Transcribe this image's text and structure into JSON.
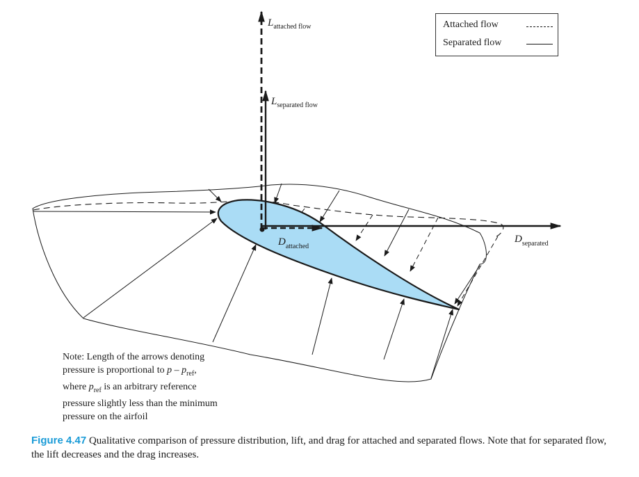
{
  "labels": {
    "lift_attached": {
      "main": "L",
      "sub": "attached flow"
    },
    "lift_separated": {
      "main": "L",
      "sub": "separated flow"
    },
    "drag_attached": {
      "main": "D",
      "sub": "attached"
    },
    "drag_separated": {
      "main": "D",
      "sub": "separated"
    }
  },
  "legend": {
    "attached": "Attached flow",
    "separated": "Separated flow"
  },
  "note": {
    "line1": "Note: Length of the arrows denoting",
    "line2_pre": "pressure is proportional to ",
    "line2_p": "p",
    "line2_mid": " – ",
    "line2_p2": "p",
    "line2_sub": "ref",
    "line2_end": ",",
    "line3_pre": "where ",
    "line3_p": "p",
    "line3_sub": "ref",
    "line3_end": " is an arbitrary reference",
    "line4": "pressure slightly less than the minimum",
    "line5": "pressure on the airfoil"
  },
  "caption": {
    "figure_number": "Figure 4.47",
    "text": "Qualitative comparison of pressure distribution, lift, and drag for attached and separated flows. Note that for separated flow, the lift decreases and the drag increases."
  },
  "colors": {
    "airfoil_fill": "#aadcf5",
    "figure_number": "#1a9bd7"
  }
}
